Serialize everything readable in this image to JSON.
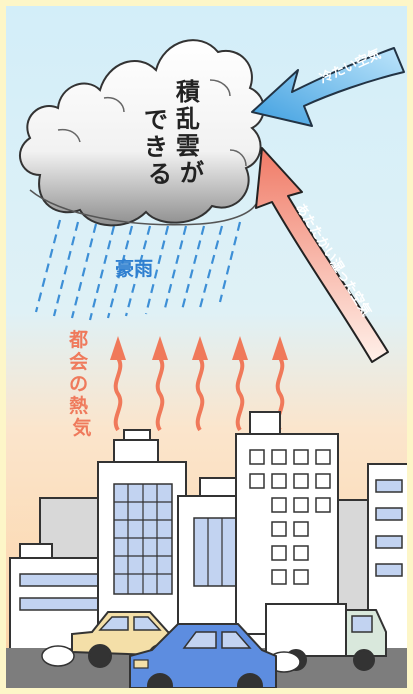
{
  "labels": {
    "cloud_text": "積乱雲ができる",
    "cold_air": "冷たい空気",
    "warm_air": "あたたかい湿った空気",
    "heavy_rain": "豪雨",
    "city_heat": "都会の熱気"
  },
  "colors": {
    "border": "#fdf6c8",
    "sky_top": "#d3eef9",
    "sky_bottom": "#fcd9ad",
    "cold_arrow": "#4aa8e3",
    "warm_arrow": "#f07f6a",
    "heat_wave": "#f07f5c",
    "rain": "#3d8fd6",
    "cloud": "#ffffff",
    "cloud_shadow": "#9a9a9a",
    "building": "#ffffff",
    "building_gray": "#d8d8d8",
    "window_blue": "#c2d3f1",
    "road": "#7d7d7d",
    "car_blue": "#5d8de0",
    "car_beige": "#f4dfa8",
    "truck_cab": "#d9e8dc",
    "truck_box": "#ffffff"
  },
  "icons": [
    "cloud-icon",
    "cold-air-arrow",
    "warm-air-arrow",
    "heat-wave-arrow",
    "car-icon",
    "truck-icon",
    "building-icon"
  ]
}
